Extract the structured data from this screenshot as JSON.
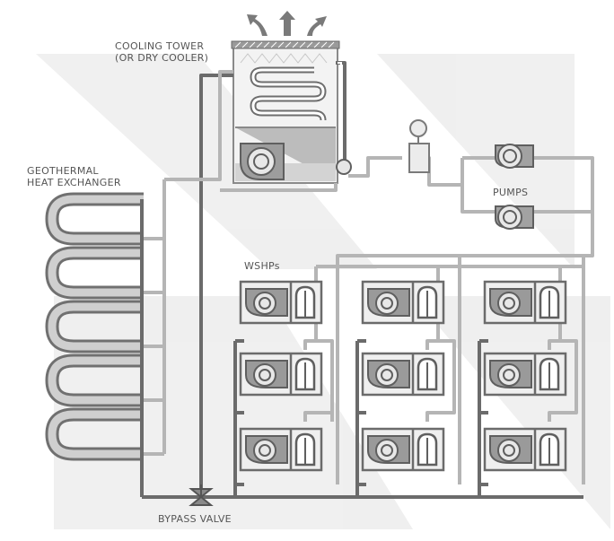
{
  "labels": {
    "cooling_tower_line1": "COOLING TOWER",
    "cooling_tower_line2": "(OR DRY COOLER)",
    "geothermal_line1": "GEOTHERMAL",
    "geothermal_line2": "HEAT EXCHANGER",
    "pumps": "PUMPS",
    "wshps": "WSHPs",
    "bypass_valve": "BYPASS VALVE"
  },
  "colors": {
    "dark_pipe": "#6b6b6b",
    "light_pipe": "#b5b5b5",
    "unit_fill": "#efefef",
    "text": "#555555"
  },
  "counts": {
    "heat_pump_columns": 3,
    "heat_pumps_per_column": 3,
    "pumps": 2,
    "geothermal_loops": 5
  }
}
